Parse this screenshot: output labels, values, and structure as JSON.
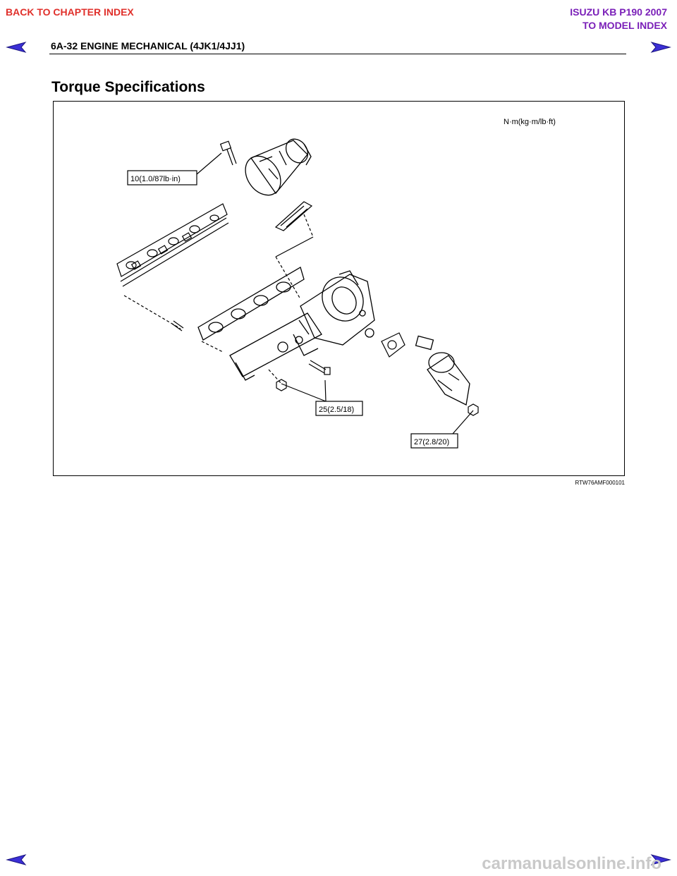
{
  "nav": {
    "back_chapter": "BACK TO CHAPTER INDEX",
    "model_title": "ISUZU KB P190 2007",
    "model_index": "TO MODEL INDEX",
    "arrow_color": "#3b2fd6"
  },
  "header": {
    "section": "6A-32  ENGINE MECHANICAL (4JK1/4JJ1)"
  },
  "page": {
    "heading": "Torque Specifications"
  },
  "figure": {
    "units_legend": "N·m(kg·m/lb·ft)",
    "callouts": {
      "bolt_top": "10(1.0/87lb·in)",
      "manifold_fasteners": "25(2.5/18)",
      "egr_valve_nut": "27(2.8/20)"
    },
    "figure_id": "RTW76AMF000101"
  },
  "footer": {
    "watermark": "carmanualsonline.info"
  }
}
